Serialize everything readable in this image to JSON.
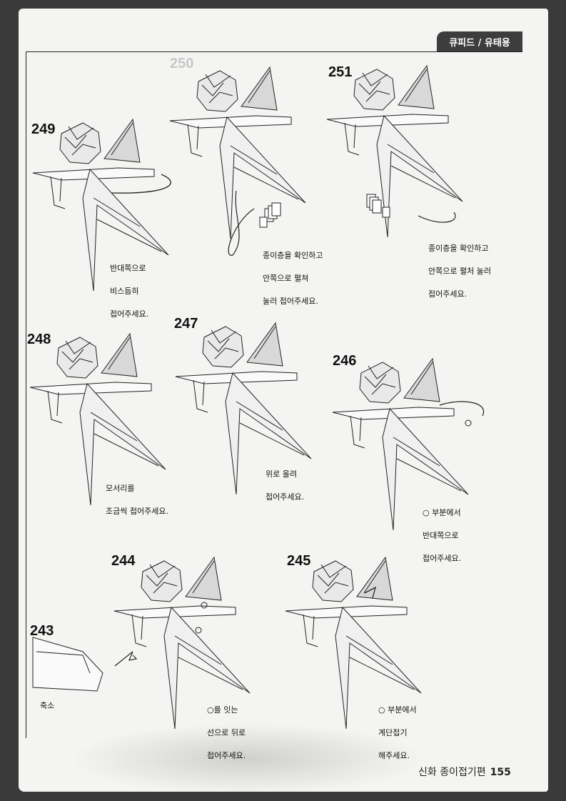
{
  "section_tab": "큐피드 / 유태용",
  "steps": [
    {
      "id": "249",
      "caption": [
        "반대쪽으로",
        "비스듬히",
        "접어주세요."
      ]
    },
    {
      "id": "250",
      "caption": [
        "종이층을 확인하고",
        "안쪽으로 펼쳐",
        "눌러 접어주세요."
      ]
    },
    {
      "id": "251",
      "caption": [
        "종이층을 확인하고",
        "안쪽으로 펼처 눌러",
        "접어주세요."
      ]
    },
    {
      "id": "248",
      "caption": [
        "모서리를",
        "조금씩 접어주세요."
      ]
    },
    {
      "id": "247",
      "caption": [
        "위로 올려",
        "접어주세요."
      ]
    },
    {
      "id": "246",
      "caption": [
        "○ 부분에서",
        "반대쪽으로",
        "접어주세요."
      ]
    },
    {
      "id": "244",
      "caption": [
        "○를 잇는",
        "선으로 뒤로",
        "접어주세요."
      ]
    },
    {
      "id": "245",
      "caption": [
        "○ 부분에서",
        "계단접기",
        "해주세요."
      ]
    },
    {
      "id": "243",
      "caption": [
        "축소"
      ]
    }
  ],
  "footer": {
    "book_title": "신화 종이접기편",
    "page_number": "155"
  }
}
